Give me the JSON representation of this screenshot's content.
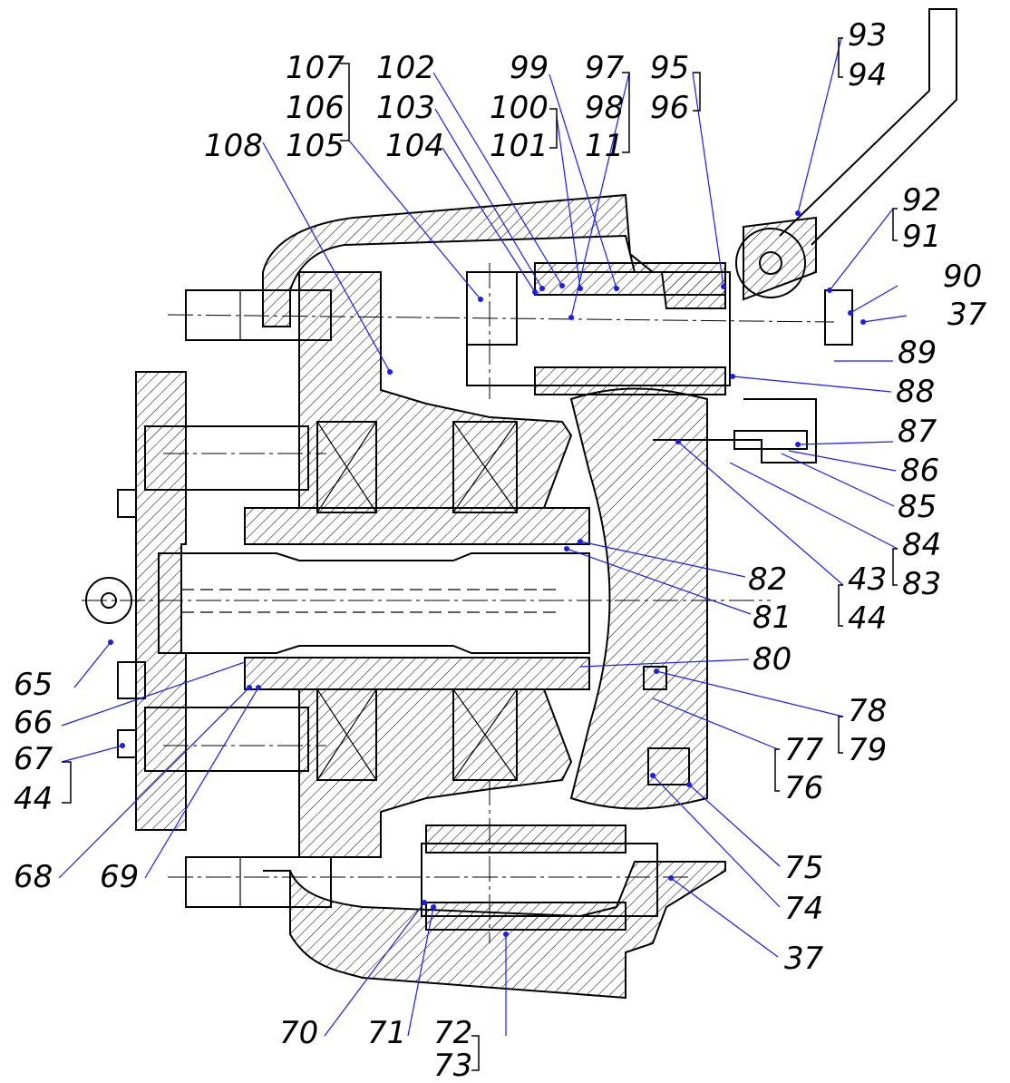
{
  "diagram": {
    "labels": [
      "107",
      "106",
      "105",
      "108",
      "102",
      "103",
      "104",
      "99",
      "100",
      "101",
      "97",
      "98",
      "11",
      "95",
      "96",
      "93",
      "94",
      "92",
      "91",
      "90",
      "37",
      "89",
      "88",
      "87",
      "86",
      "85",
      "84",
      "83",
      "82",
      "81",
      "43",
      "44",
      "80",
      "78",
      "79",
      "77",
      "76",
      "75",
      "74",
      "37",
      "73",
      "72",
      "71",
      "70",
      "69",
      "68",
      "67",
      "44",
      "66",
      "65"
    ]
  }
}
